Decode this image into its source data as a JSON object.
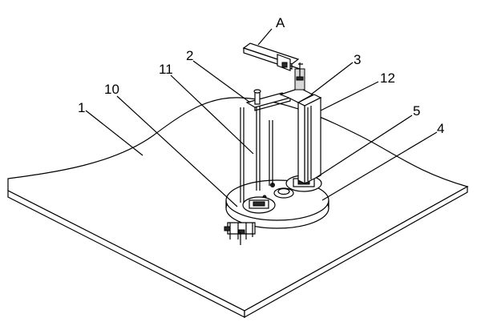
{
  "labels": {
    "a": "A",
    "n1": "1",
    "n2": "2",
    "n3": "3",
    "n4": "4",
    "n5": "5",
    "n10": "10",
    "n11": "11",
    "n12": "12"
  }
}
